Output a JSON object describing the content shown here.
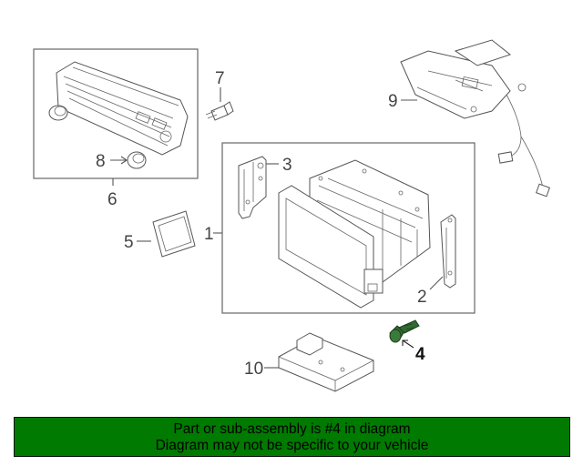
{
  "colors": {
    "banner_background": "#007a00",
    "banner_text": "#000000",
    "highlight_part": "#2f6b2f",
    "line_art": "#555555"
  },
  "callouts": {
    "c1": "1",
    "c2": "2",
    "c3": "3",
    "c4": "4",
    "c5": "5",
    "c6": "6",
    "c7": "7",
    "c8": "8",
    "c9": "9",
    "c10": "10"
  },
  "highlighted_part": "4",
  "banner": {
    "line1": "Part or sub-assembly is #4 in diagram",
    "line2": "Diagram may not be specific to your vehicle"
  }
}
